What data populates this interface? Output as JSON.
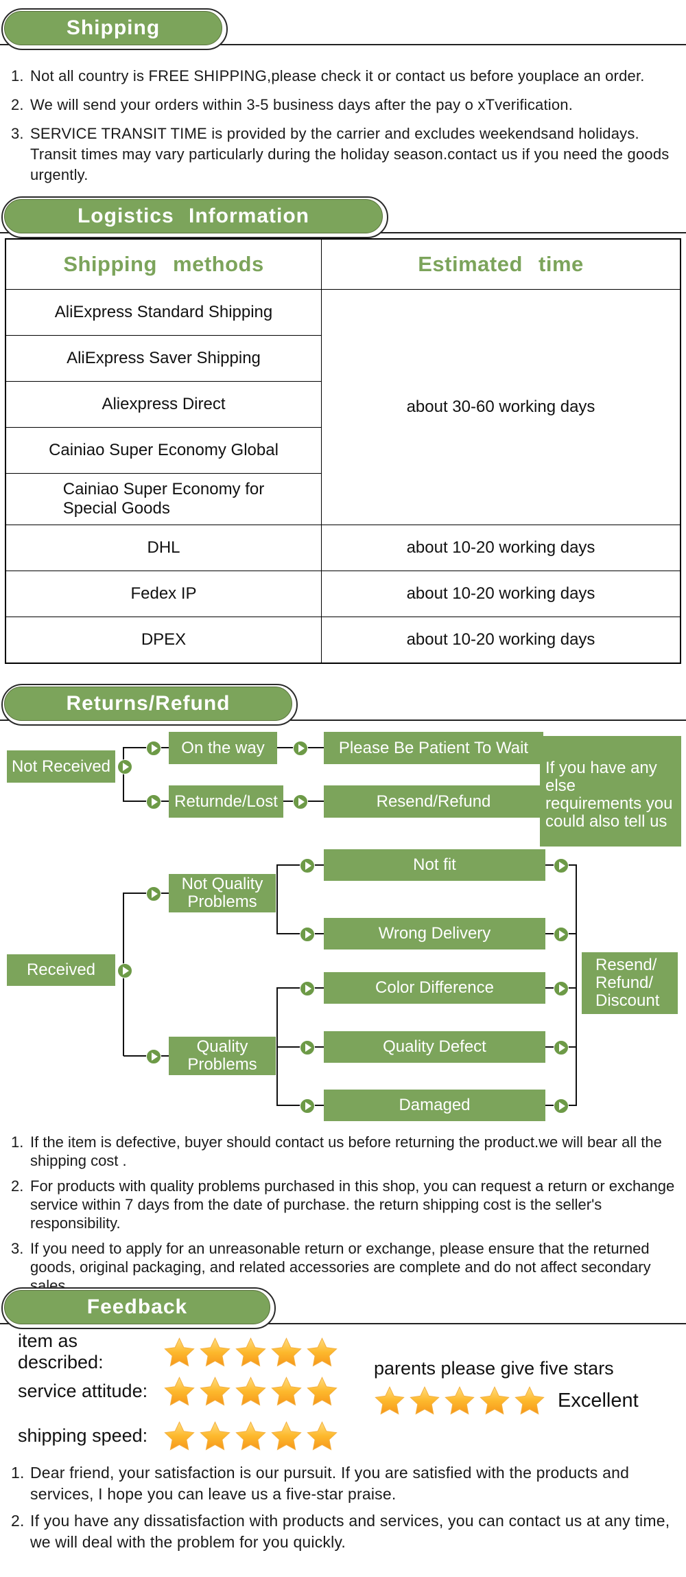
{
  "colors": {
    "green": "#7CA45B",
    "green_circle": "#6D9A47",
    "line": "#111111",
    "star_top": "#FFDD7F",
    "star_mid": "#FDB92D",
    "star_bottom": "#F6971B"
  },
  "sections": {
    "shipping": {
      "title": "Shipping",
      "notes": [
        {
          "num": "1.",
          "text": "Not all country is FREE SHIPPING,please check it or contact us before youplace an order."
        },
        {
          "num": "2.",
          "text": "We will send your orders within 3-5 business days after the pay o xTverification."
        },
        {
          "num": "3.",
          "text": "SERVICE TRANSIT TIME is provided by the carrier and excludes weekendsand holidays. Transit times may vary particularly during the holiday season.contact us if you need the goods urgently."
        }
      ]
    },
    "logistics": {
      "title": "Logistics Information",
      "table": {
        "header_method": "Shipping methods",
        "header_time": "Estimated time",
        "group_rows": [
          "AliExpress Standard Shipping",
          "AliExpress Saver Shipping",
          "Aliexpress Direct",
          "Cainiao Super Economy Global",
          "Cainiao Super Economy for\nSpecial Goods"
        ],
        "group_time": "about 30-60 working days",
        "single_rows": [
          {
            "method": "DHL",
            "time": "about 10-20 working days"
          },
          {
            "method": "Fedex IP",
            "time": "about 10-20 working days"
          },
          {
            "method": "DPEX",
            "time": "about 10-20 working days"
          }
        ]
      }
    },
    "returns": {
      "title": "Returns/Refund",
      "flow": {
        "not_received": "Not Received",
        "on_the_way": "On the way",
        "patient": "Please Be Patient To Wait",
        "returned_lost": "Returnde/Lost",
        "resend_refund": "Resend/Refund",
        "side_note": "If you have any else\nrequirements you\ncould also tell us",
        "received": "Received",
        "not_quality": "Not Quality\nProblems",
        "quality": "Quality\nProblems",
        "not_fit": "Not fit",
        "wrong_delivery": "Wrong Delivery",
        "color_difference": "Color Difference",
        "quality_defect": "Quality Defect",
        "damaged": "Damaged",
        "outcome": "Resend/\nRefund/\nDiscount"
      },
      "notes": [
        {
          "num": "1.",
          "text": "If the item is defective, buyer should contact us before returning the product.we will bear all the shipping cost ."
        },
        {
          "num": "2.",
          "text": "For products with quality problems purchased in this shop, you can request a return or exchange service within 7 days from the date of purchase. the return shipping cost is the seller's responsibility."
        },
        {
          "num": "3.",
          "text": "If you need to apply for an unreasonable return or exchange, please ensure that the returned goods, original packaging, and related accessories are complete and do not affect secondary sales."
        }
      ]
    },
    "feedback": {
      "title": "Feedback",
      "ratings": [
        {
          "label": "item as described:",
          "stars": 5
        },
        {
          "label": "service attitude:",
          "stars": 5
        },
        {
          "label": "shipping speed:",
          "stars": 5
        }
      ],
      "cta": {
        "line": "parents please give five stars",
        "stars": 5,
        "suffix": "Excellent"
      },
      "notes": [
        {
          "num": "1.",
          "text": "Dear friend, your satisfaction is our pursuit. If you are satisfied with the products and services, I hope you can leave us a five-star praise."
        },
        {
          "num": "2.",
          "text": "If you have any dissatisfaction with products and services, you can contact us at any time, we will deal with the problem for you quickly."
        }
      ]
    }
  }
}
